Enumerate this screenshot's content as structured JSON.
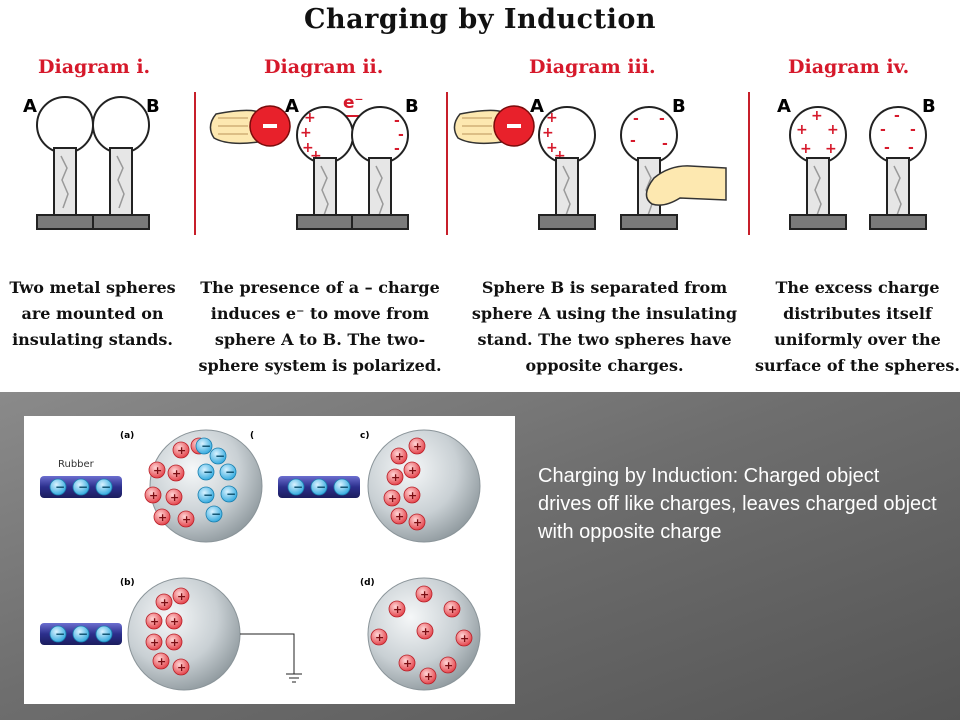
{
  "title": "Charging by Induction",
  "diagrams": [
    {
      "label": "Diagram i.",
      "caption": [
        "Two metal spheres",
        "are mounted on",
        "insulating stands."
      ]
    },
    {
      "label": "Diagram ii.",
      "caption": [
        "The presence of a – charge",
        "induces e⁻ to move from",
        "sphere  A to B.  The two-",
        "sphere system is polarized."
      ]
    },
    {
      "label": "Diagram iii.",
      "caption": [
        "Sphere B is separated from",
        "sphere A using the insulating",
        "stand.  The two spheres have",
        "opposite charges."
      ]
    },
    {
      "label": "Diagram iv.",
      "caption": [
        "The excess charge",
        "distributes itself",
        "uniformly over the",
        "surface of the spheres."
      ]
    }
  ],
  "sphere_labels": {
    "a": "A",
    "b": "B"
  },
  "electron_label": "e⁻",
  "lower_figure": {
    "panels": {
      "a": "(a)",
      "b": "(b)",
      "c": "c)",
      "d": "(d)",
      "partial": "("
    },
    "rod_label": "Rubber"
  },
  "description": "Charging by Induction: Charged object drives off like charges, leaves charged object with opposite charge",
  "colors": {
    "label_red": "#d6192b",
    "charge_red": "#e8303a",
    "rod_blue": "#2c2f8c",
    "background": "#5a5a5a"
  }
}
